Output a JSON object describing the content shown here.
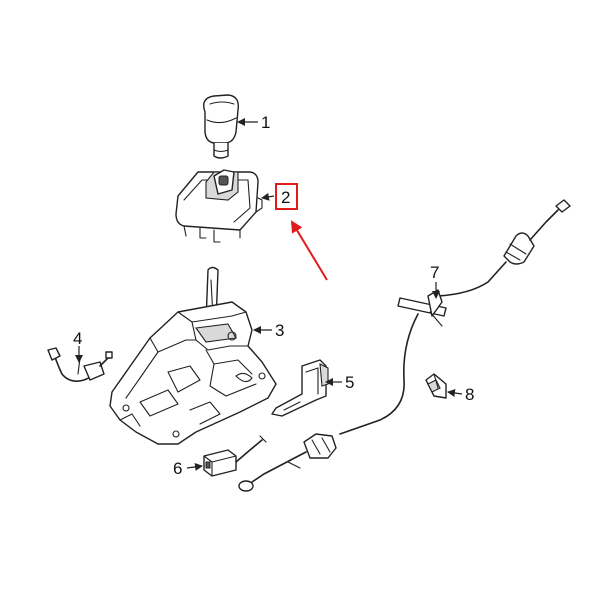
{
  "diagram": {
    "callouts": [
      {
        "id": "1",
        "label": "1"
      },
      {
        "id": "2",
        "label": "2",
        "highlighted": true
      },
      {
        "id": "3",
        "label": "3"
      },
      {
        "id": "4",
        "label": "4"
      },
      {
        "id": "5",
        "label": "5"
      },
      {
        "id": "6",
        "label": "6"
      },
      {
        "id": "7",
        "label": "7"
      },
      {
        "id": "8",
        "label": "8"
      }
    ],
    "colors": {
      "line": "#222222",
      "highlight": "#e01b1b",
      "background": "#ffffff"
    }
  }
}
